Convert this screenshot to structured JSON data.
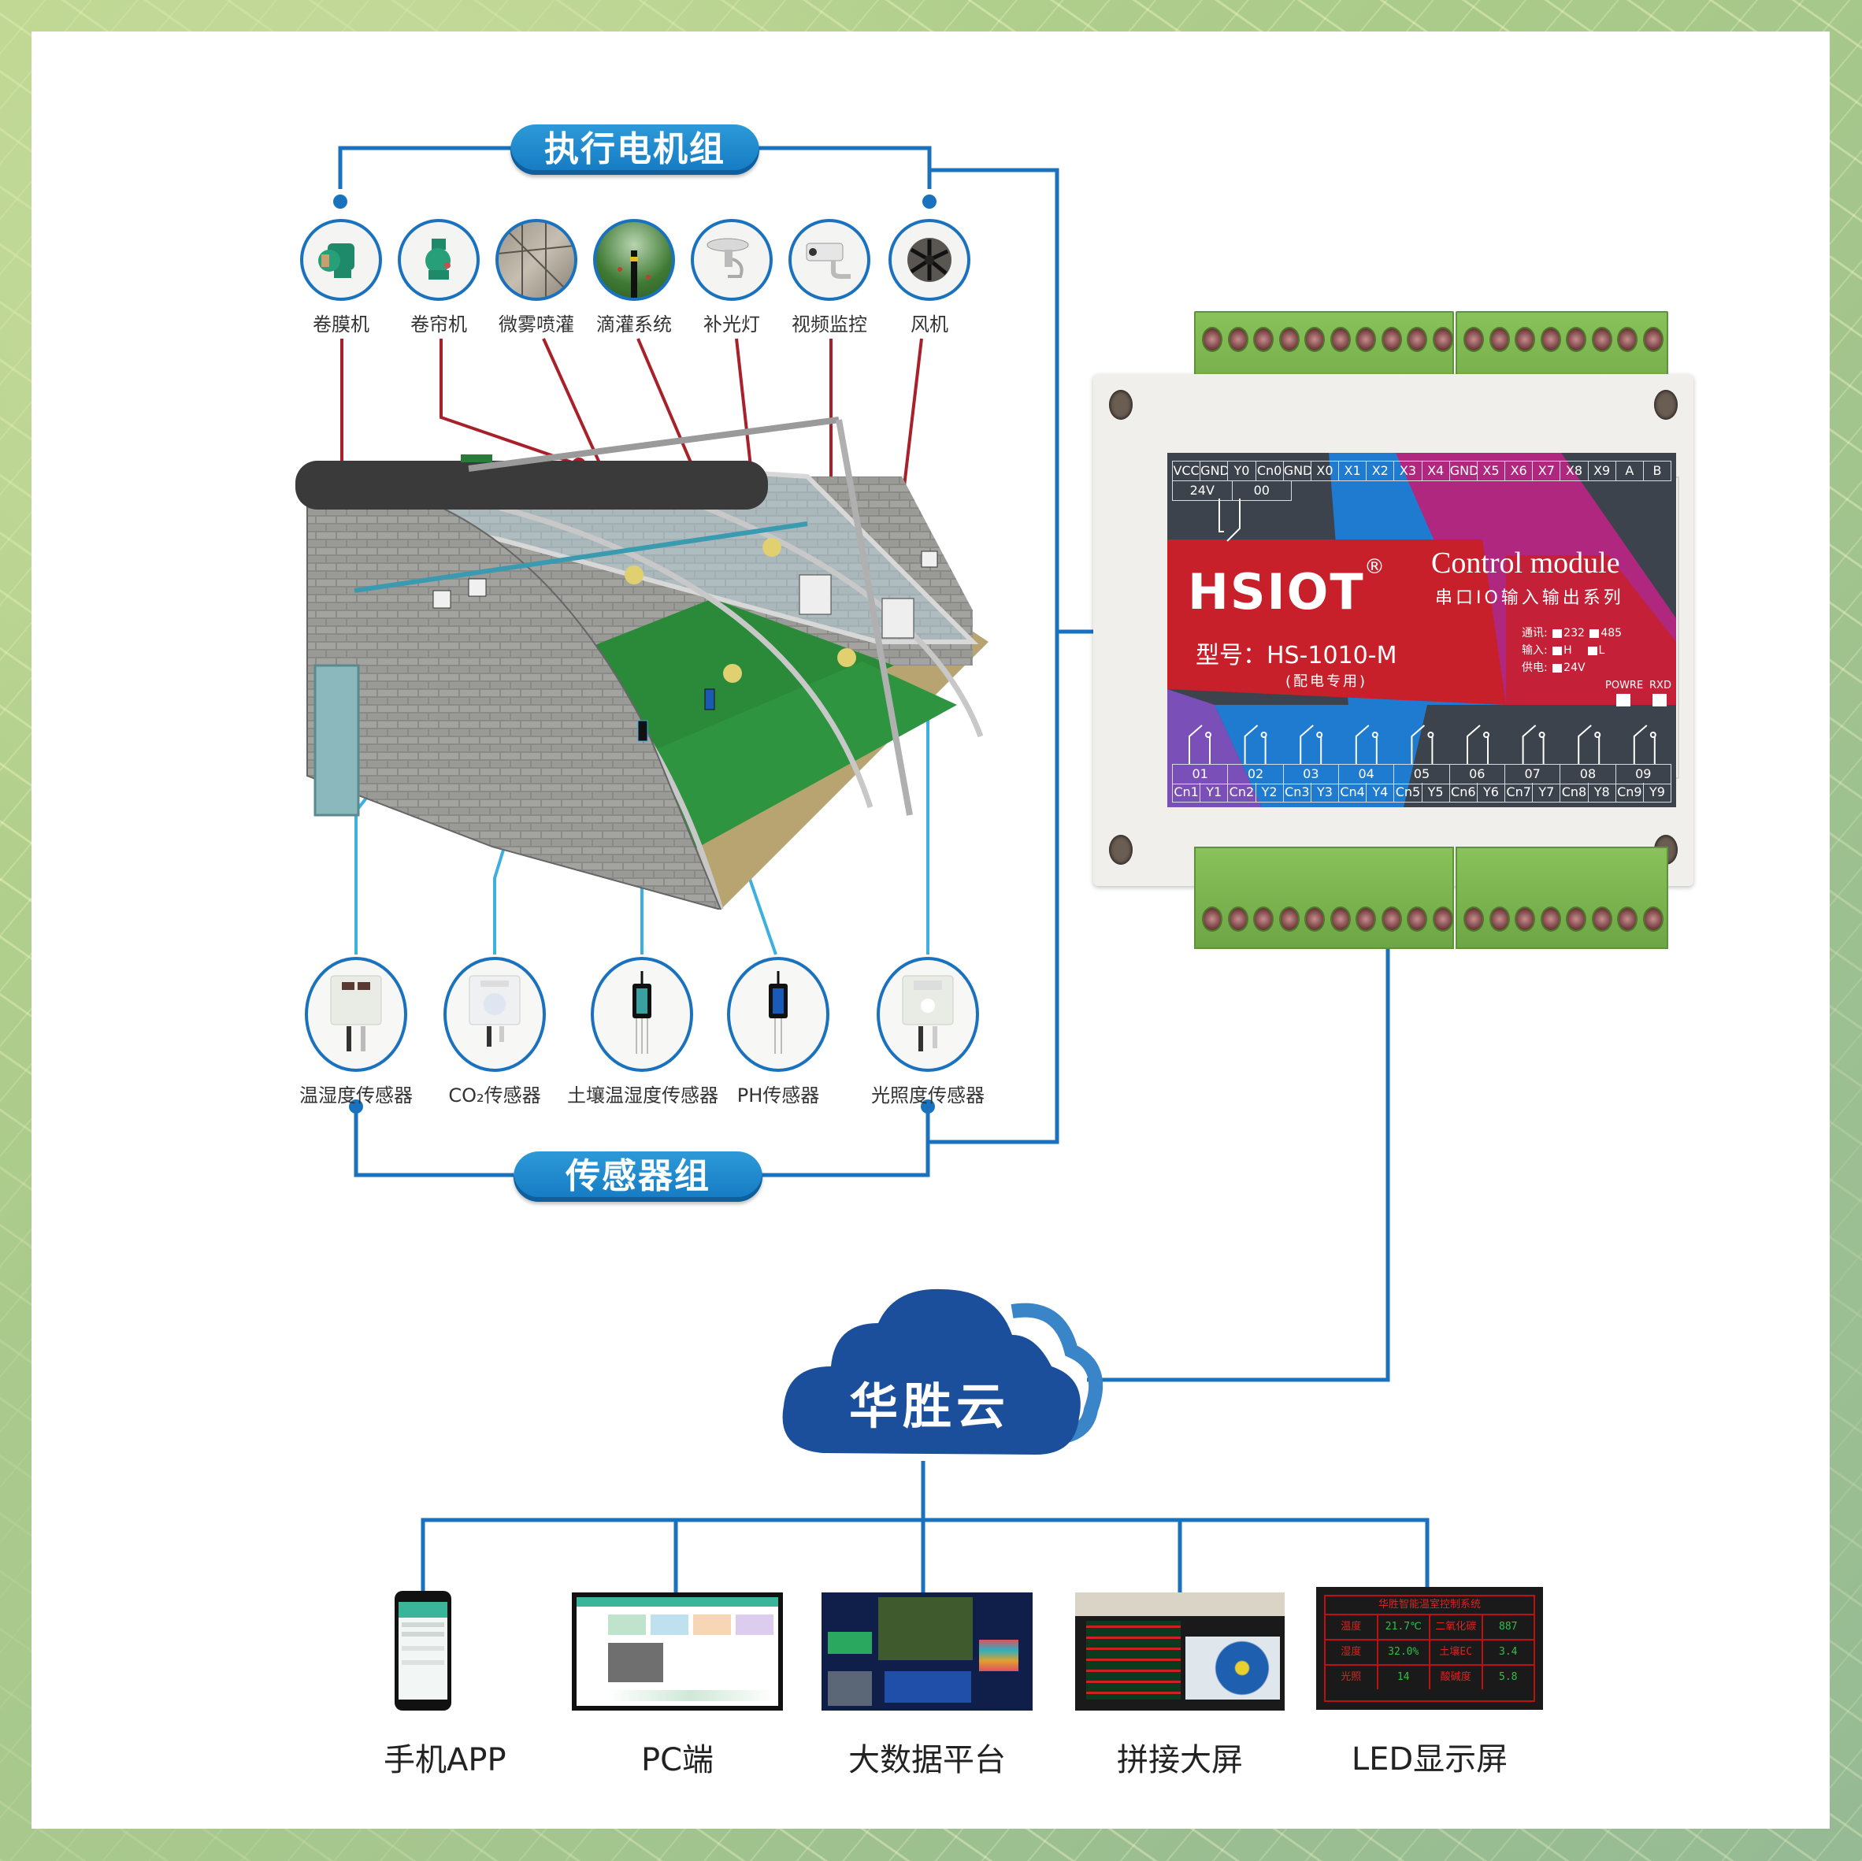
{
  "diagram": {
    "actuator_group": {
      "title": "执行电机组",
      "items": [
        {
          "label": "卷膜机",
          "icon": "pump-icon"
        },
        {
          "label": "卷帘机",
          "icon": "pump-icon"
        },
        {
          "label": "微雾喷灌",
          "icon": "mist-sprayer-icon"
        },
        {
          "label": "滴灌系统",
          "icon": "drip-irrigation-icon"
        },
        {
          "label": "补光灯",
          "icon": "grow-light-icon"
        },
        {
          "label": "视频监控",
          "icon": "camera-icon"
        },
        {
          "label": "风机",
          "icon": "fan-icon"
        }
      ]
    },
    "sensor_group": {
      "title": "传感器组",
      "items": [
        {
          "label": "温湿度传感器",
          "icon": "temp-humidity-sensor-icon"
        },
        {
          "label": "CO₂传感器",
          "icon": "co2-sensor-icon"
        },
        {
          "label": "土壤温湿度传感器",
          "icon": "soil-sensor-icon"
        },
        {
          "label": "PH传感器",
          "icon": "ph-sensor-icon"
        },
        {
          "label": "光照度传感器",
          "icon": "light-sensor-icon"
        }
      ]
    },
    "control_module": {
      "brand": "HSIOT",
      "registered": "®",
      "title_en": "Control module",
      "subtitle": "串口IO输入输出系列",
      "model": "型号：HS-1010-M",
      "model_note": "(配电专用)",
      "top_terminals": [
        "VCC",
        "GND",
        "Y0",
        "Cn0",
        "GND",
        "X0",
        "X1",
        "X2",
        "X3",
        "X4",
        "GND",
        "X5",
        "X6",
        "X7",
        "X8",
        "X9",
        "A",
        "B"
      ],
      "top_sub": {
        "power": "24V",
        "relay0": "00"
      },
      "specs": [
        {
          "label": "通讯:",
          "options": [
            "232",
            "485"
          ]
        },
        {
          "label": "输入:",
          "options": [
            "H",
            "L"
          ]
        },
        {
          "label": "供电:",
          "options": [
            "24V"
          ]
        }
      ],
      "indicators": [
        "POWRE",
        "RXD"
      ],
      "relay_channels": [
        "01",
        "02",
        "03",
        "04",
        "05",
        "06",
        "07",
        "08",
        "09"
      ],
      "bottom_terminals": [
        "Cn1",
        "Y1",
        "Cn2",
        "Y2",
        "Cn3",
        "Y3",
        "Cn4",
        "Y4",
        "Cn5",
        "Y5",
        "Cn6",
        "Y6",
        "Cn7",
        "Y7",
        "Cn8",
        "Y8",
        "Cn9",
        "Y9"
      ],
      "colors": {
        "red": "#c8202a",
        "magenta": "#b0277f",
        "blue": "#1f7bd0",
        "dark": "#3d434c"
      }
    },
    "cloud": {
      "label": "华胜云",
      "color": "#1b4f9c"
    },
    "terminals": [
      {
        "label": "手机APP",
        "type": "phone"
      },
      {
        "label": "PC端",
        "type": "pc"
      },
      {
        "label": "大数据平台",
        "type": "dashboard"
      },
      {
        "label": "拼接大屏",
        "type": "video-wall"
      },
      {
        "label": "LED显示屏",
        "type": "led"
      }
    ],
    "led_panel": {
      "title": "华胜智能温室控制系统",
      "rows": [
        [
          {
            "k": "温度",
            "v": "21.7℃"
          },
          {
            "k": "二氧化碳",
            "v": "887"
          }
        ],
        [
          {
            "k": "湿度",
            "v": "32.0%"
          },
          {
            "k": "土壤EC",
            "v": "3.4"
          }
        ],
        [
          {
            "k": "光照",
            "v": "14"
          },
          {
            "k": "酸碱度",
            "v": "5.8"
          }
        ]
      ]
    },
    "line_color": "#1a72bf"
  }
}
